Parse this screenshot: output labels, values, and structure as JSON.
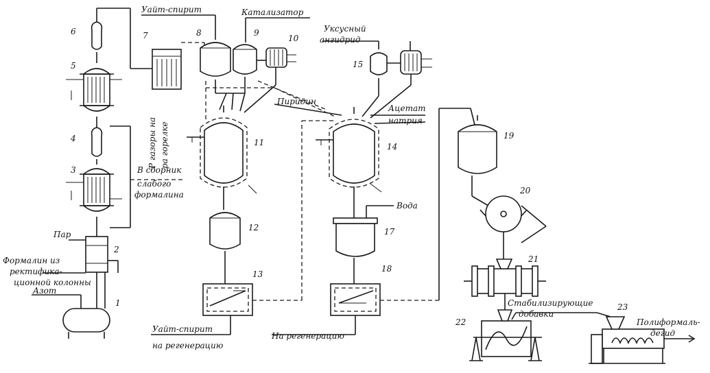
{
  "labels": {
    "white_spirit_in": "Уайт-спирит",
    "catalyst": "Катализатор",
    "acetic_anhydride_1": "Уксусный",
    "acetic_anhydride_2": "ангидрид",
    "pyridine": "Пиридин",
    "sodium_acetate_1": "Ацетат",
    "sodium_acetate_2": "натрия",
    "to_burner_1": "Р газоры на",
    "to_burner_2": "ра горелке",
    "to_weak_tank_1": "В сборник",
    "to_weak_tank_2": "слабого",
    "to_weak_tank_3": "формалина",
    "steam": "Пар",
    "formalin_1": "Формалин из",
    "formalin_2": "ректифика-",
    "formalin_3": "ционной колонны",
    "nitrogen": "Азот",
    "water": "Вода",
    "white_spirit_regen_1": "Уайт-спирит",
    "white_spirit_regen_2": "на регенерацию",
    "to_regen": "На регенерацию",
    "stabilizers_1": "Стабилизирующие",
    "stabilizers_2": "добавки",
    "product_1": "Полиформаль-",
    "product_2": "дегид"
  },
  "numbers": {
    "n1": "1",
    "n2": "2",
    "n3": "3",
    "n4": "4",
    "n5": "5",
    "n6": "6",
    "n7": "7",
    "n8": "8",
    "n9": "9",
    "n10": "10",
    "n11": "11",
    "n12": "12",
    "n13": "13",
    "n14": "14",
    "n15": "15",
    "n17": "17",
    "n18": "18",
    "n19": "19",
    "n20": "20",
    "n21": "21",
    "n22": "22",
    "n23": "23"
  }
}
